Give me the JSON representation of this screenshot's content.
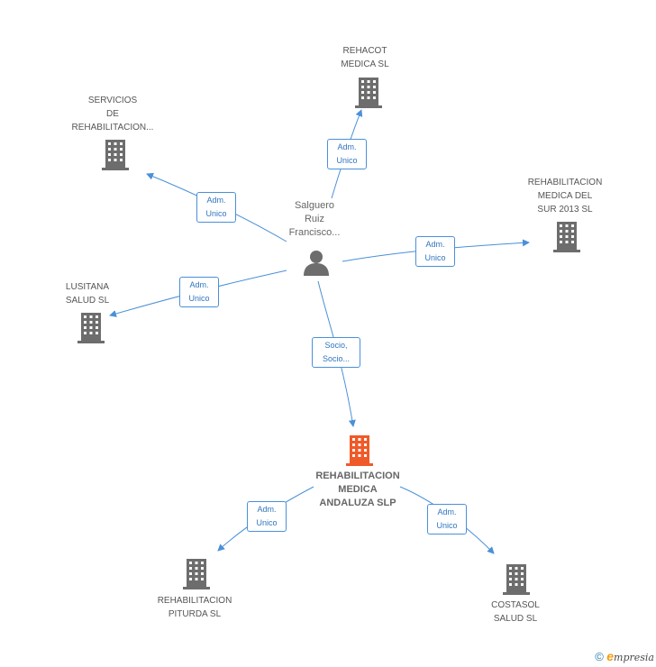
{
  "center_person": {
    "name": "Salguero\nRuiz\nFrancisco..."
  },
  "main_company": {
    "name": "REHABILITACION\nMEDICA\nANDALUZA SLP",
    "color": "#f05a28"
  },
  "companies": [
    {
      "id": "rehacot",
      "name": "REHACOT\nMEDICA  SL"
    },
    {
      "id": "servicios",
      "name": "SERVICIOS\nDE\nREHABILITACION..."
    },
    {
      "id": "sur2013",
      "name": "REHABILITACION\nMEDICA DEL\nSUR 2013 SL"
    },
    {
      "id": "lusitana",
      "name": "LUSITANA\nSALUD SL"
    },
    {
      "id": "piturda",
      "name": "REHABILITACION\nPITURDA SL"
    },
    {
      "id": "costasol",
      "name": "COSTASOL\nSALUD SL"
    }
  ],
  "relations": [
    {
      "id": "rehacot",
      "label": "Adm.\nUnico"
    },
    {
      "id": "servicios",
      "label": "Adm.\nUnico"
    },
    {
      "id": "sur2013",
      "label": "Adm.\nUnico"
    },
    {
      "id": "lusitana",
      "label": "Adm.\nUnico"
    },
    {
      "id": "main",
      "label": "Socio,\nSocio..."
    },
    {
      "id": "piturda",
      "label": "Adm.\nUnico"
    },
    {
      "id": "costasol",
      "label": "Adm.\nUnico"
    }
  ],
  "colors": {
    "edge": "#4a90d9",
    "building": "#6d6d6d",
    "person": "#6d6d6d"
  },
  "footer": {
    "copyright": "©",
    "brand_initial": "e",
    "brand_rest": "mpresia"
  }
}
